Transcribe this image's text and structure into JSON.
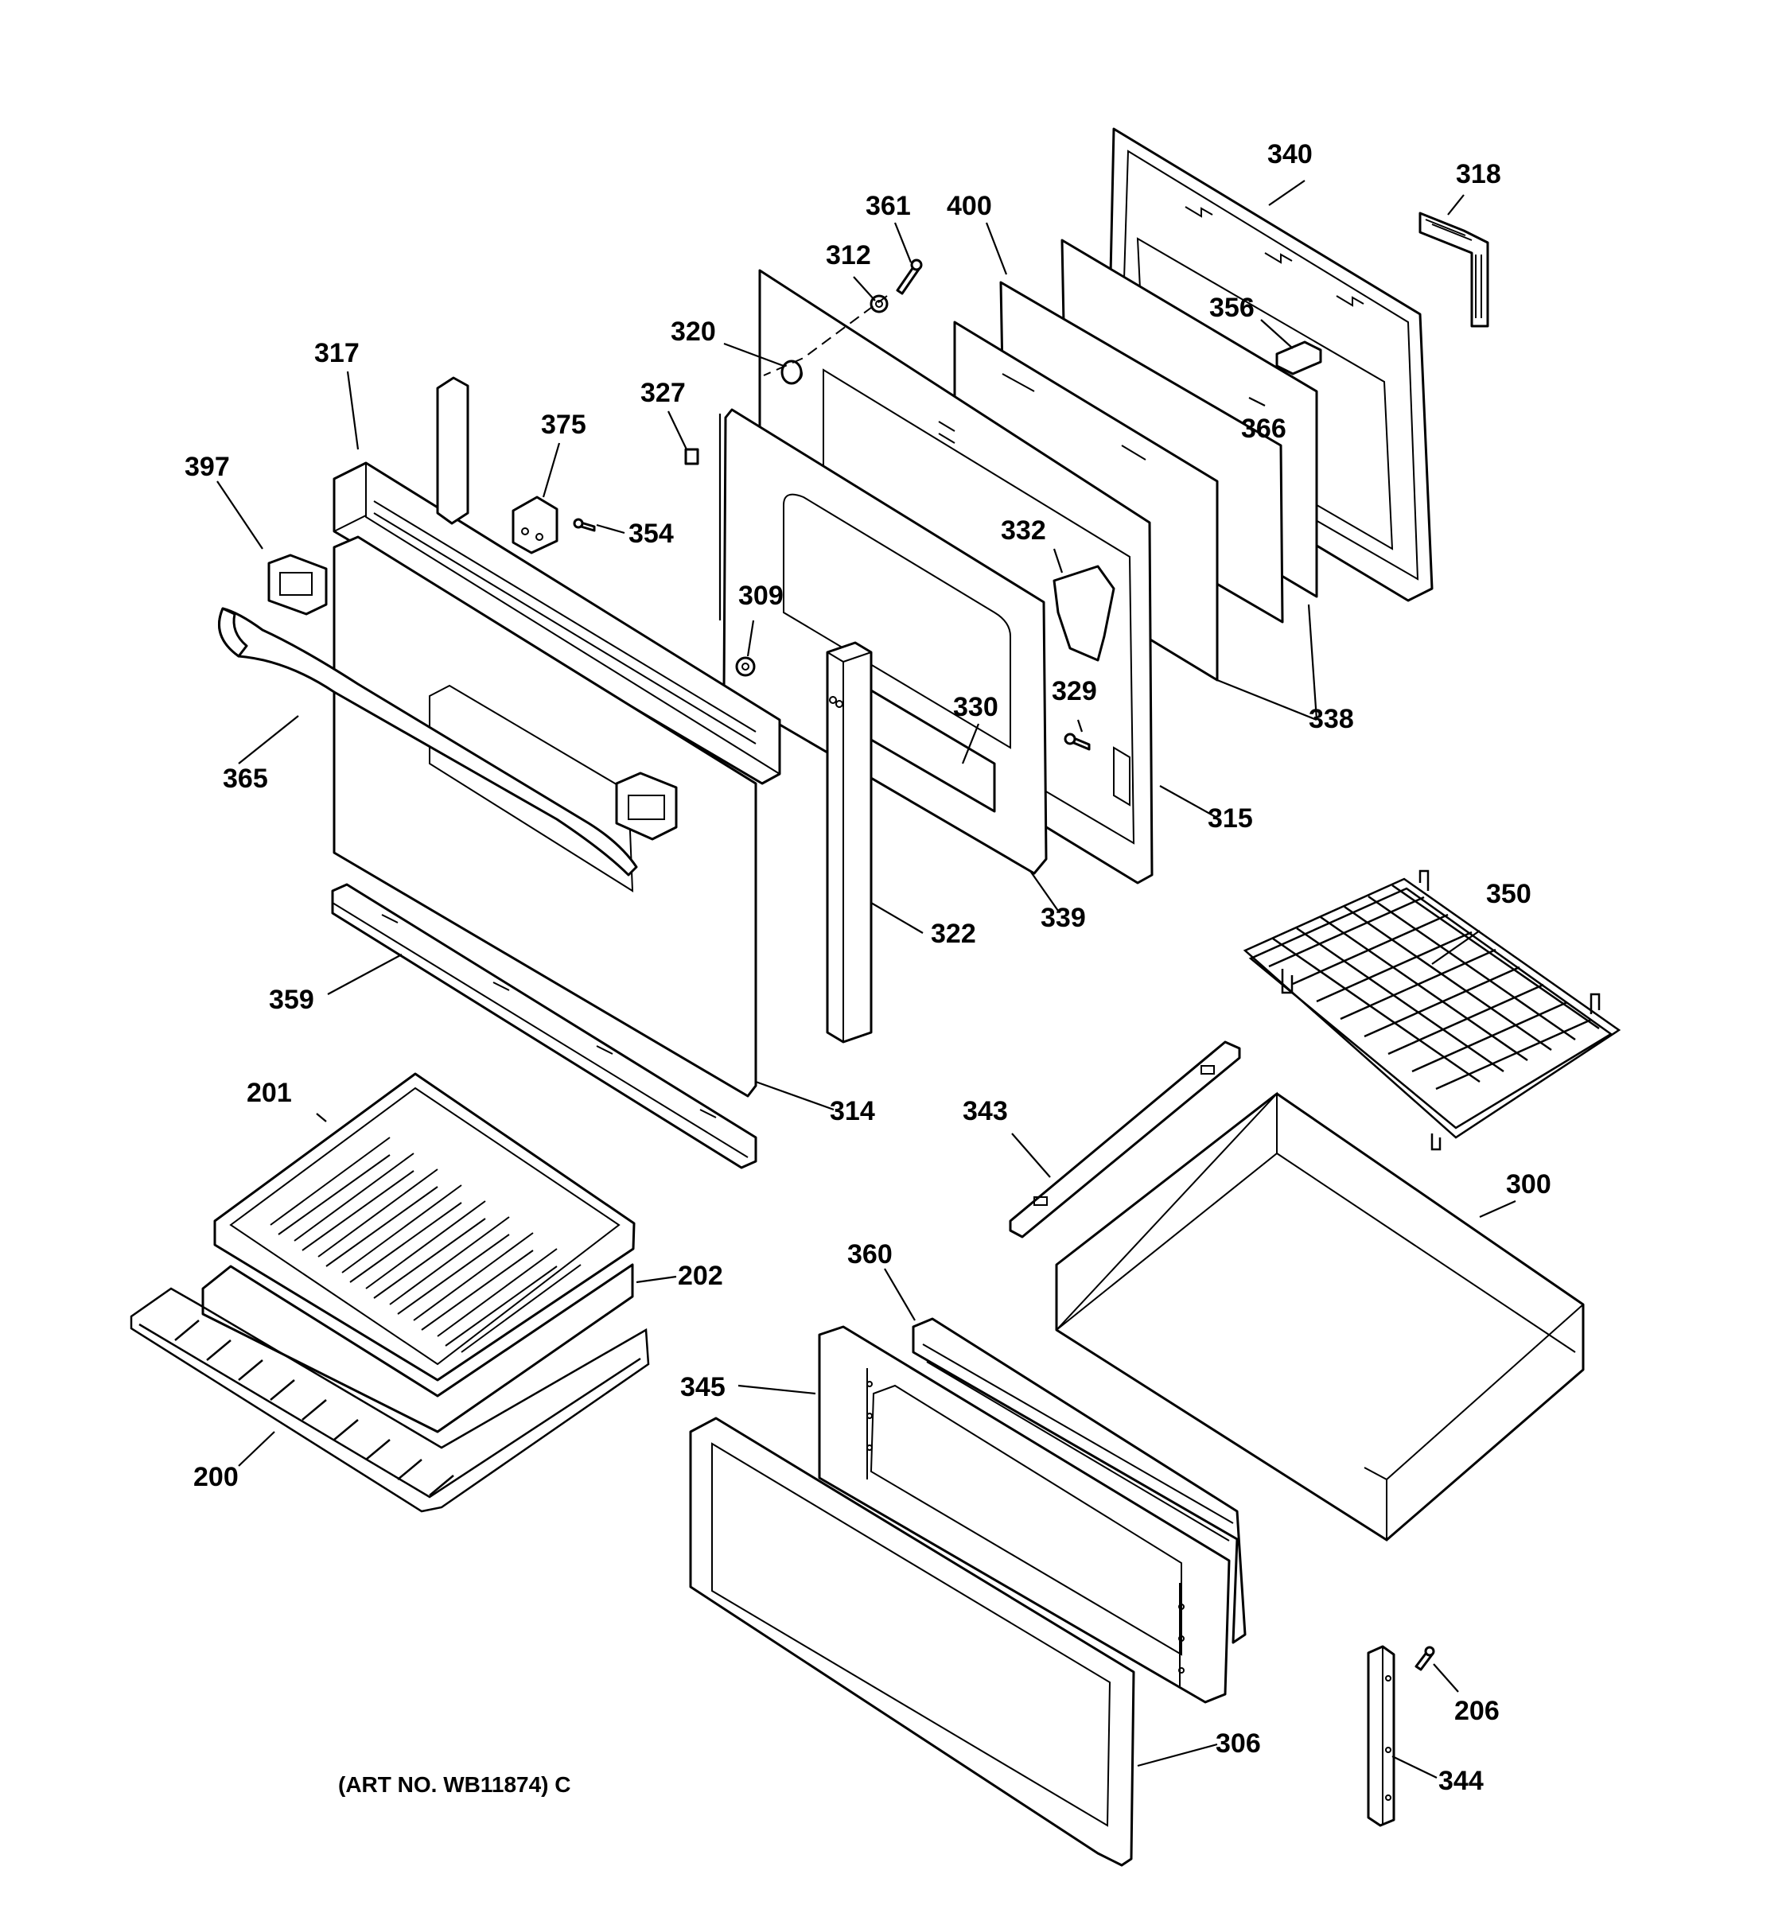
{
  "labels": {
    "l340": "340",
    "l318": "318",
    "l361": "361",
    "l400": "400",
    "l312": "312",
    "l356": "356",
    "l320": "320",
    "l317": "317",
    "l327": "327",
    "l375": "375",
    "l366": "366",
    "l397": "397",
    "l354": "354",
    "l332": "332",
    "l309": "309",
    "l338": "338",
    "l329": "329",
    "l330": "330",
    "l365": "365",
    "l315": "315",
    "l339": "339",
    "l322": "322",
    "l350": "350",
    "l359": "359",
    "l201": "201",
    "l314": "314",
    "l343": "343",
    "l300": "300",
    "l202": "202",
    "l360": "360",
    "l345": "345",
    "l200": "200",
    "l206": "206",
    "l306": "306",
    "l344": "344"
  },
  "art_number": "(ART NO. WB11874) C"
}
